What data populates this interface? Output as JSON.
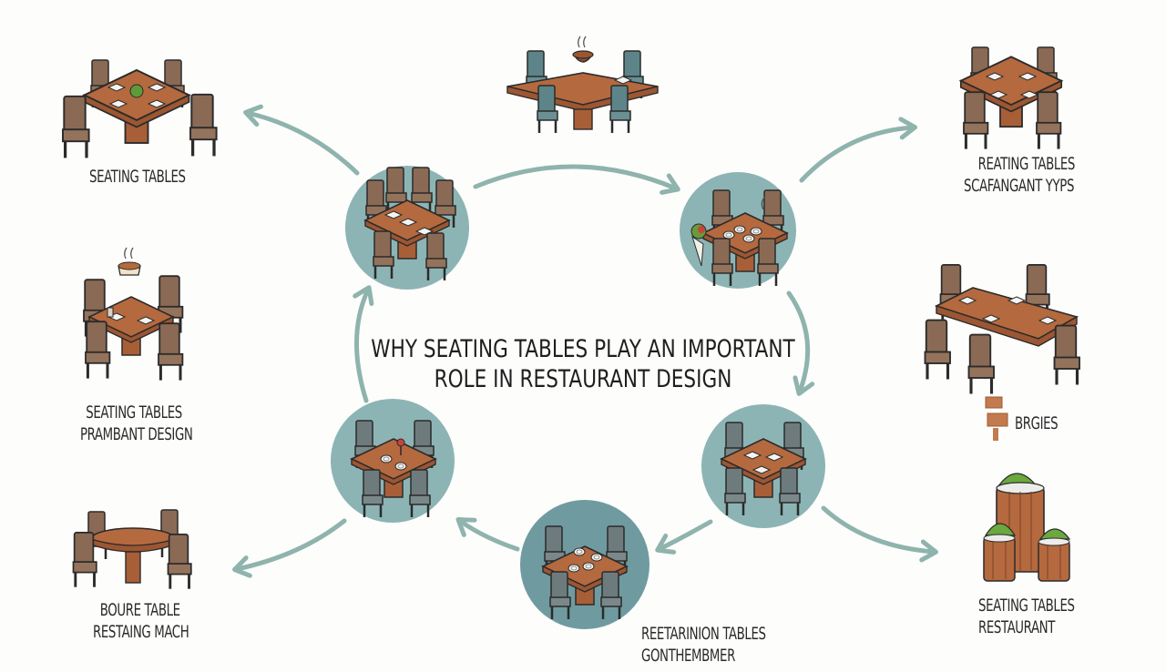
{
  "diagram": {
    "title_lines": [
      "WHY SEATING TABLES PLAY AN IMPORTANT",
      "ROLE IN RESTAURANT DESIGN"
    ],
    "colors": {
      "background": "#fdfdfc",
      "arrow": "#8fb3ad",
      "circle_fill": "#8db4b4",
      "circle_fill_dark": "#6f9ba0",
      "wood": "#b5693e",
      "chair_brown": "#8a6a55",
      "chair_teal": "#5d8488",
      "text": "#2a2a2a"
    },
    "cycle_nodes": [
      {
        "id": "node-top-left",
        "icon": "square-table-six-chairs-icon"
      },
      {
        "id": "node-top-right",
        "icon": "table-with-bouquet-icon"
      },
      {
        "id": "node-bottom-right",
        "icon": "square-table-four-chairs-icon"
      },
      {
        "id": "node-bottom",
        "icon": "table-with-plates-icon"
      },
      {
        "id": "node-bottom-left",
        "icon": "table-with-vase-icon"
      }
    ],
    "outer_items": [
      {
        "id": "top-left",
        "icon": "dining-table-plant-icon",
        "lines": [
          "SEATING TABLES"
        ]
      },
      {
        "id": "top-center",
        "icon": "table-with-steaming-pot-icon",
        "lines": []
      },
      {
        "id": "top-right",
        "icon": "rectangular-table-icon",
        "lines": [
          "REATING TABLES",
          "SCAFANGANT YYPS"
        ]
      },
      {
        "id": "middle-left",
        "icon": "table-with-cake-icon",
        "lines": [
          "SEATING TABLES",
          "PRAMBANT DESIGN"
        ]
      },
      {
        "id": "middle-right",
        "icon": "long-table-six-chairs-icon",
        "lines": [
          "BRGIES"
        ]
      },
      {
        "id": "bottom-left",
        "icon": "round-table-icon",
        "lines": [
          "BOURE TABLE",
          "RESTAING MACH"
        ]
      },
      {
        "id": "bottom-center",
        "icon": "",
        "lines": [
          "REETARINION TABLES",
          "GONTHEMBMER"
        ]
      },
      {
        "id": "bottom-right",
        "icon": "planter-barrels-icon",
        "lines": [
          "SEATING TABLES",
          "RESTAURANT"
        ]
      }
    ]
  }
}
